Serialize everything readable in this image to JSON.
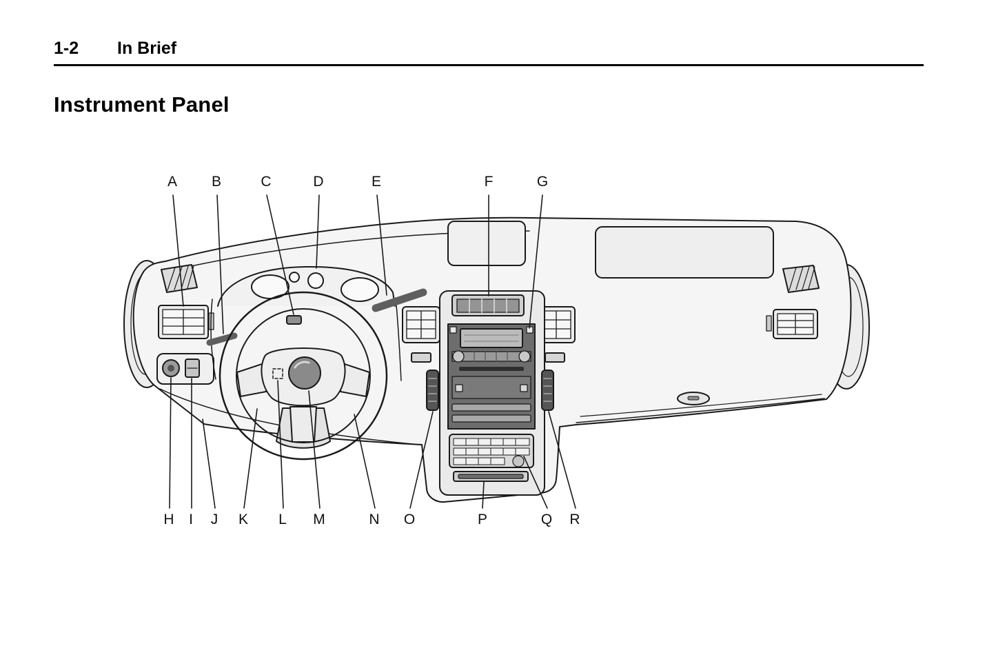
{
  "page": {
    "section_number": "1-2",
    "section_title": "In Brief",
    "heading": "Instrument Panel"
  },
  "diagram": {
    "top_labels": [
      "A",
      "B",
      "C",
      "D",
      "E",
      "F",
      "G"
    ],
    "bottom_labels": [
      "H",
      "I",
      "J",
      "K",
      "L",
      "M",
      "N",
      "O",
      "P",
      "Q",
      "R"
    ]
  },
  "colors": {
    "text": "#000000",
    "line_art": "#1a1a1a",
    "panel_fill": "#f5f5f5"
  }
}
